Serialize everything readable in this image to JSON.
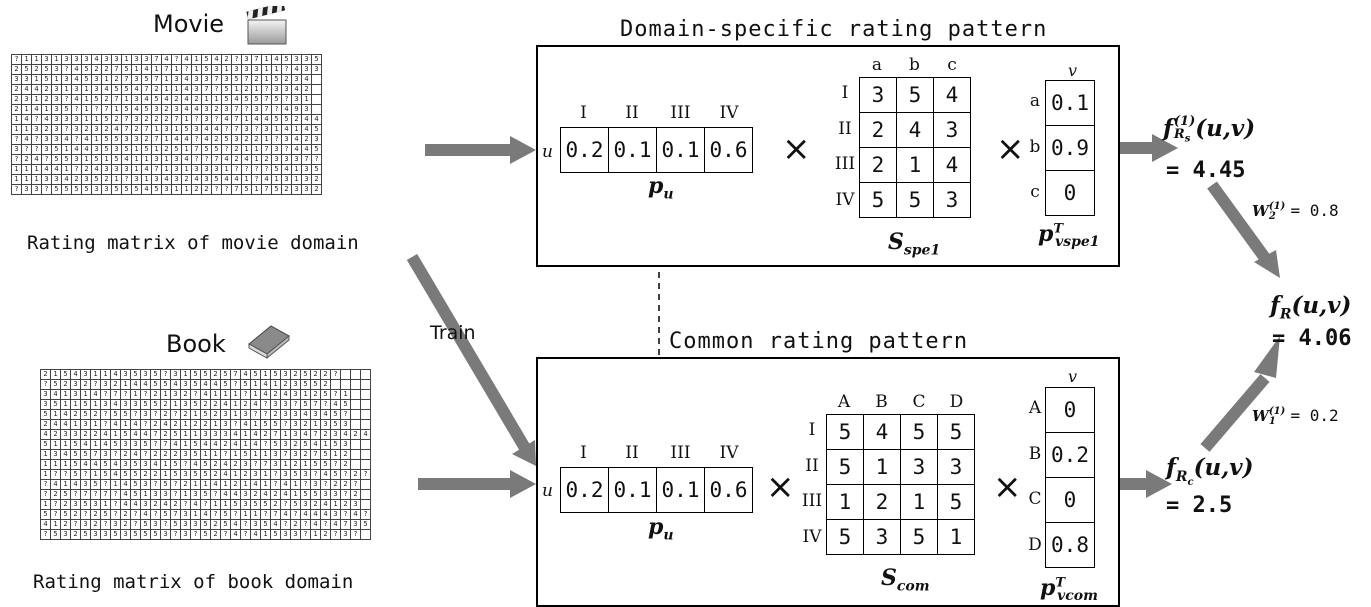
{
  "domains": {
    "movie": {
      "label": "Movie",
      "caption": "Rating matrix of movie domain"
    },
    "book": {
      "label": "Book",
      "caption": "Rating matrix of book domain"
    }
  },
  "train_label": "Train",
  "specific": {
    "title": "Domain-specific rating pattern",
    "pu_headers": [
      "I",
      "II",
      "III",
      "IV"
    ],
    "pu_values": [
      "0.2",
      "0.1",
      "0.1",
      "0.6"
    ],
    "row_label": "u",
    "pu_label": "p",
    "pu_sub": "u",
    "s_cols": [
      "a",
      "b",
      "c"
    ],
    "s_rows": [
      "I",
      "II",
      "III",
      "IV"
    ],
    "s_values": [
      [
        "3",
        "5",
        "4"
      ],
      [
        "2",
        "4",
        "3"
      ],
      [
        "2",
        "1",
        "4"
      ],
      [
        "5",
        "5",
        "3"
      ]
    ],
    "s_label": "S",
    "s_sub": "spe1",
    "v_header": "v",
    "v_rows": [
      "a",
      "b",
      "c"
    ],
    "v_values": [
      "0.1",
      "0.9",
      "0"
    ],
    "v_label": "p",
    "v_sup": "T",
    "v_sub": "vspe1",
    "times": "×"
  },
  "common": {
    "title": "Common rating pattern",
    "pu_headers": [
      "I",
      "II",
      "III",
      "IV"
    ],
    "pu_values": [
      "0.2",
      "0.1",
      "0.1",
      "0.6"
    ],
    "row_label": "u",
    "pu_label": "p",
    "pu_sub": "u",
    "s_cols": [
      "A",
      "B",
      "C",
      "D"
    ],
    "s_rows": [
      "I",
      "II",
      "III",
      "IV"
    ],
    "s_values": [
      [
        "5",
        "4",
        "5",
        "5"
      ],
      [
        "5",
        "1",
        "3",
        "3"
      ],
      [
        "1",
        "2",
        "1",
        "5"
      ],
      [
        "5",
        "3",
        "5",
        "1"
      ]
    ],
    "s_label": "S",
    "s_sub": "com",
    "v_header": "v",
    "v_rows": [
      "A",
      "B",
      "C",
      "D"
    ],
    "v_values": [
      "0",
      "0.2",
      "0",
      "0.8"
    ],
    "v_label": "p",
    "v_sup": "T",
    "v_sub": "vcom",
    "times": "×"
  },
  "outputs": {
    "fs": {
      "f": "f",
      "sup": "(1)",
      "sub": "R",
      "subsub": "s",
      "args": "(u,v)",
      "value": "= 4.45"
    },
    "fc": {
      "f": "f",
      "sub": "R",
      "subsub": "c",
      "args": "(u,v)",
      "value": "= 2.5"
    },
    "fr": {
      "f": "f",
      "sub": "R",
      "args": "(u,v)",
      "value": "= 4.06"
    },
    "w2": {
      "w": "W",
      "sup": "(1)",
      "sub": "2",
      "value": "= 0.8"
    },
    "w1": {
      "w": "W",
      "sup": "(1)",
      "sub": "1",
      "value": "= 0.2"
    }
  },
  "movie_matrix": [
    "?113133343313374?41542?37145335",
    "25253?45227514171?153133311?43335",
    "331513453127357134337357215234",
    "24423131345547211437?5121?3342",
    "23123?415271345424211545575?31",
    "214135?1?71545323443237?37?493",
    "14?433311527322271?3?47144552447?2",
    "11323?323247271315344?73?3141453?2",
    "?4?334?41553327144?4253221?34233",
    "3??351443535151251755?21173?4452?41",
    "?24?55315154113134??7424123337?2?3?",
    "111441?243331471313331????5413515",
    "11133423521?313432435441?41313225",
    "?33?5555335554531122??75175233234433"
  ],
  "book_matrix": [
    "215431143535?3155257451532522?",
    "?5232?3214455435445?514123552",
    "341314?7?1?2132?4111?14243125?1",
    "3511513433552135224124?33?57?45",
    "514252?55?3?2?2152313??2334345?",
    "244131?414?24212213?4155?321353",
    "423322415447251133341427134723424",
    "51154145335?7415442414?53254153",
    "1345573?24?2223511?151137327512",
    "11154454353415?452423?7312155?2",
    "1??5?154552215355241231?353?45?2?",
    "?41435?1453?5?211412141?41?3?22?",
    "?25?7?7?45133?135?443242415533?2",
    "1?23531?443242?4?1153552?5324123",
    "5?52?25?2?4?57314?5?11?74?4443?4?",
    "412?32?32?53?5335254?354?2?4?4735",
    "?532533535553?3?52?4?41533?12?3?"
  ]
}
